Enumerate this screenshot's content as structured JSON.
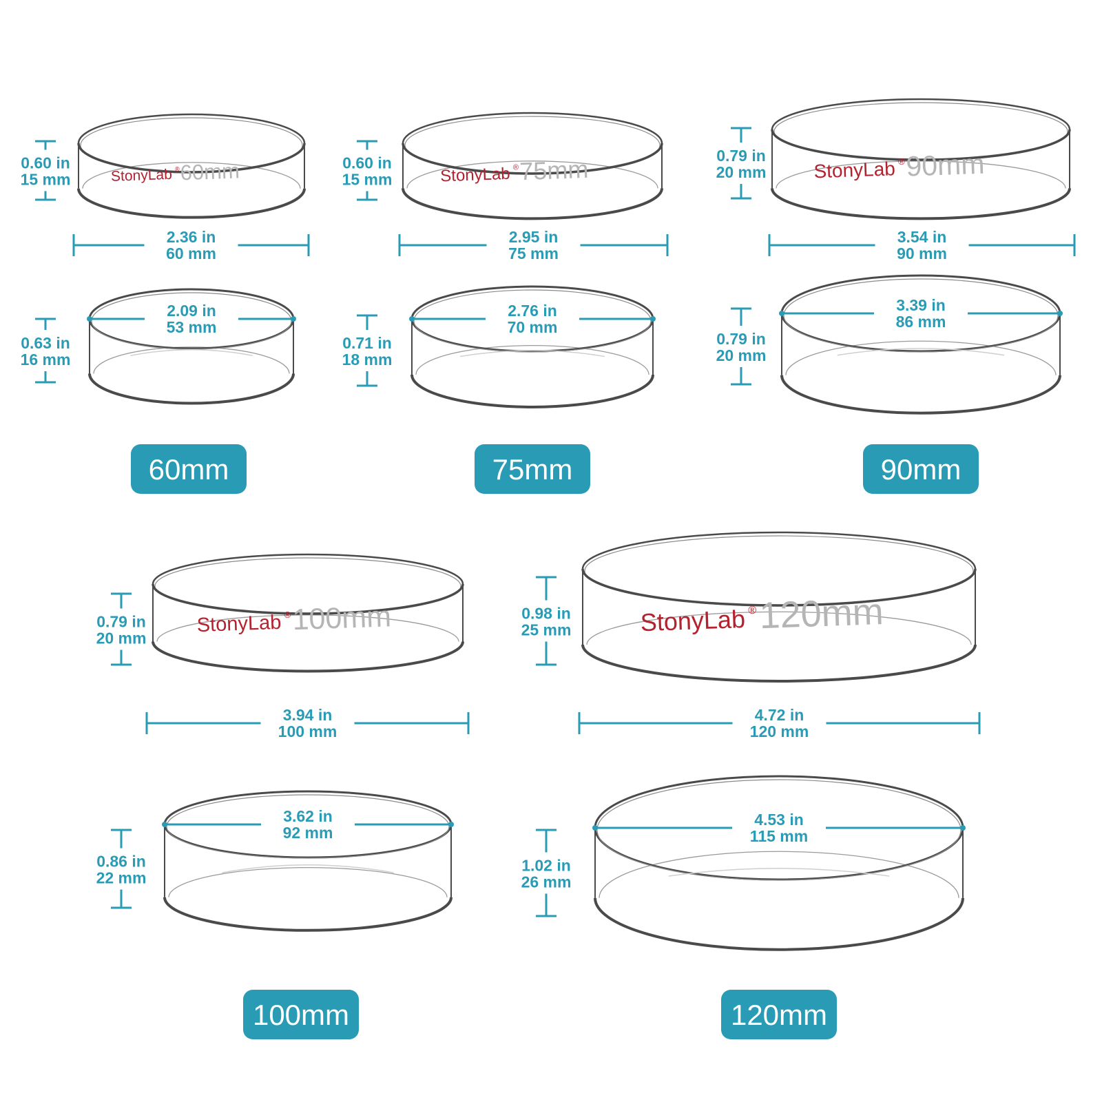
{
  "colors": {
    "accent": "#2a9bb5",
    "badge_bg": "#2a9bb5",
    "badge_text": "#ffffff",
    "glass_edge": "#4a4a4a",
    "brand_red": "#b3222e",
    "size_grey": "#b5b5b5"
  },
  "dishes": [
    {
      "id": "60",
      "badge": "60mm",
      "lid": {
        "height_in": "0.60 in",
        "height_mm": "15 mm",
        "diameter_in": "2.36 in",
        "diameter_mm": "60 mm",
        "brand": "StonyLab",
        "brand_mark": "®",
        "size_text": "60mm"
      },
      "base": {
        "height_in": "0.63 in",
        "height_mm": "16 mm",
        "diameter_in": "2.09 in",
        "diameter_mm": "53 mm"
      }
    },
    {
      "id": "75",
      "badge": "75mm",
      "lid": {
        "height_in": "0.60 in",
        "height_mm": "15 mm",
        "diameter_in": "2.95 in",
        "diameter_mm": "75 mm",
        "brand": "StonyLab",
        "brand_mark": "®",
        "size_text": "75mm"
      },
      "base": {
        "height_in": "0.71 in",
        "height_mm": "18 mm",
        "diameter_in": "2.76 in",
        "diameter_mm": "70 mm"
      }
    },
    {
      "id": "90",
      "badge": "90mm",
      "lid": {
        "height_in": "0.79 in",
        "height_mm": "20 mm",
        "diameter_in": "3.54 in",
        "diameter_mm": "90 mm",
        "brand": "StonyLab",
        "brand_mark": "®",
        "size_text": "90mm"
      },
      "base": {
        "height_in": "0.79 in",
        "height_mm": "20 mm",
        "diameter_in": "3.39 in",
        "diameter_mm": "86 mm"
      }
    },
    {
      "id": "100",
      "badge": "100mm",
      "lid": {
        "height_in": "0.79 in",
        "height_mm": "20 mm",
        "diameter_in": "3.94 in",
        "diameter_mm": "100 mm",
        "brand": "StonyLab",
        "brand_mark": "®",
        "size_text": "100mm"
      },
      "base": {
        "height_in": "0.86 in",
        "height_mm": "22 mm",
        "diameter_in": "3.62 in",
        "diameter_mm": "92 mm"
      }
    },
    {
      "id": "120",
      "badge": "120mm",
      "lid": {
        "height_in": "0.98 in",
        "height_mm": "25 mm",
        "diameter_in": "4.72 in",
        "diameter_mm": "120 mm",
        "brand": "StonyLab",
        "brand_mark": "®",
        "size_text": "120mm"
      },
      "base": {
        "height_in": "1.02 in",
        "height_mm": "26 mm",
        "diameter_in": "4.53 in",
        "diameter_mm": "115 mm"
      }
    }
  ]
}
